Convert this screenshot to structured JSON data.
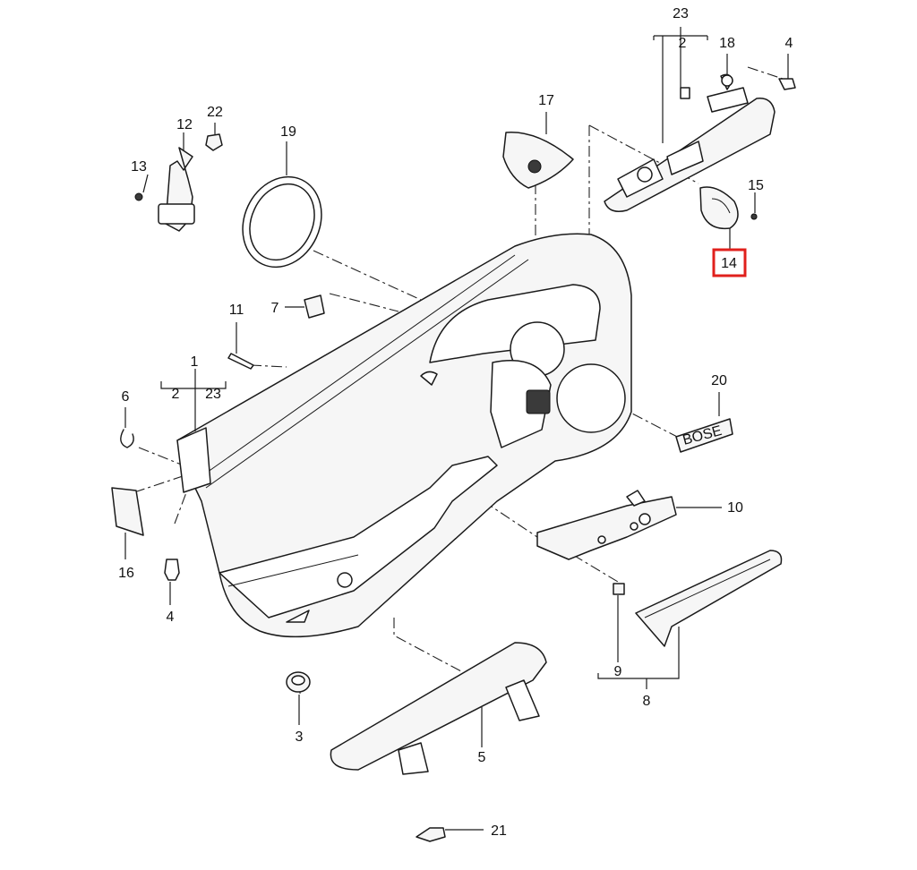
{
  "callouts": {
    "c23_top": "23",
    "c2_top": "2",
    "c18": "18",
    "c4_top": "4",
    "c17": "17",
    "c22": "22",
    "c12": "12",
    "c13": "13",
    "c19": "19",
    "c15": "15",
    "c14": "14",
    "c11": "11",
    "c7": "7",
    "c1": "1",
    "c2_left": "2",
    "c23_left": "23",
    "c6": "6",
    "c20": "20",
    "c10": "10",
    "c16": "16",
    "c4_bottom": "4",
    "c9": "9",
    "c8": "8",
    "c3": "3",
    "c5": "5",
    "c21": "21"
  },
  "highlight": {
    "callout": "14",
    "color": "#e0201c"
  },
  "badge_text": "BOSE"
}
